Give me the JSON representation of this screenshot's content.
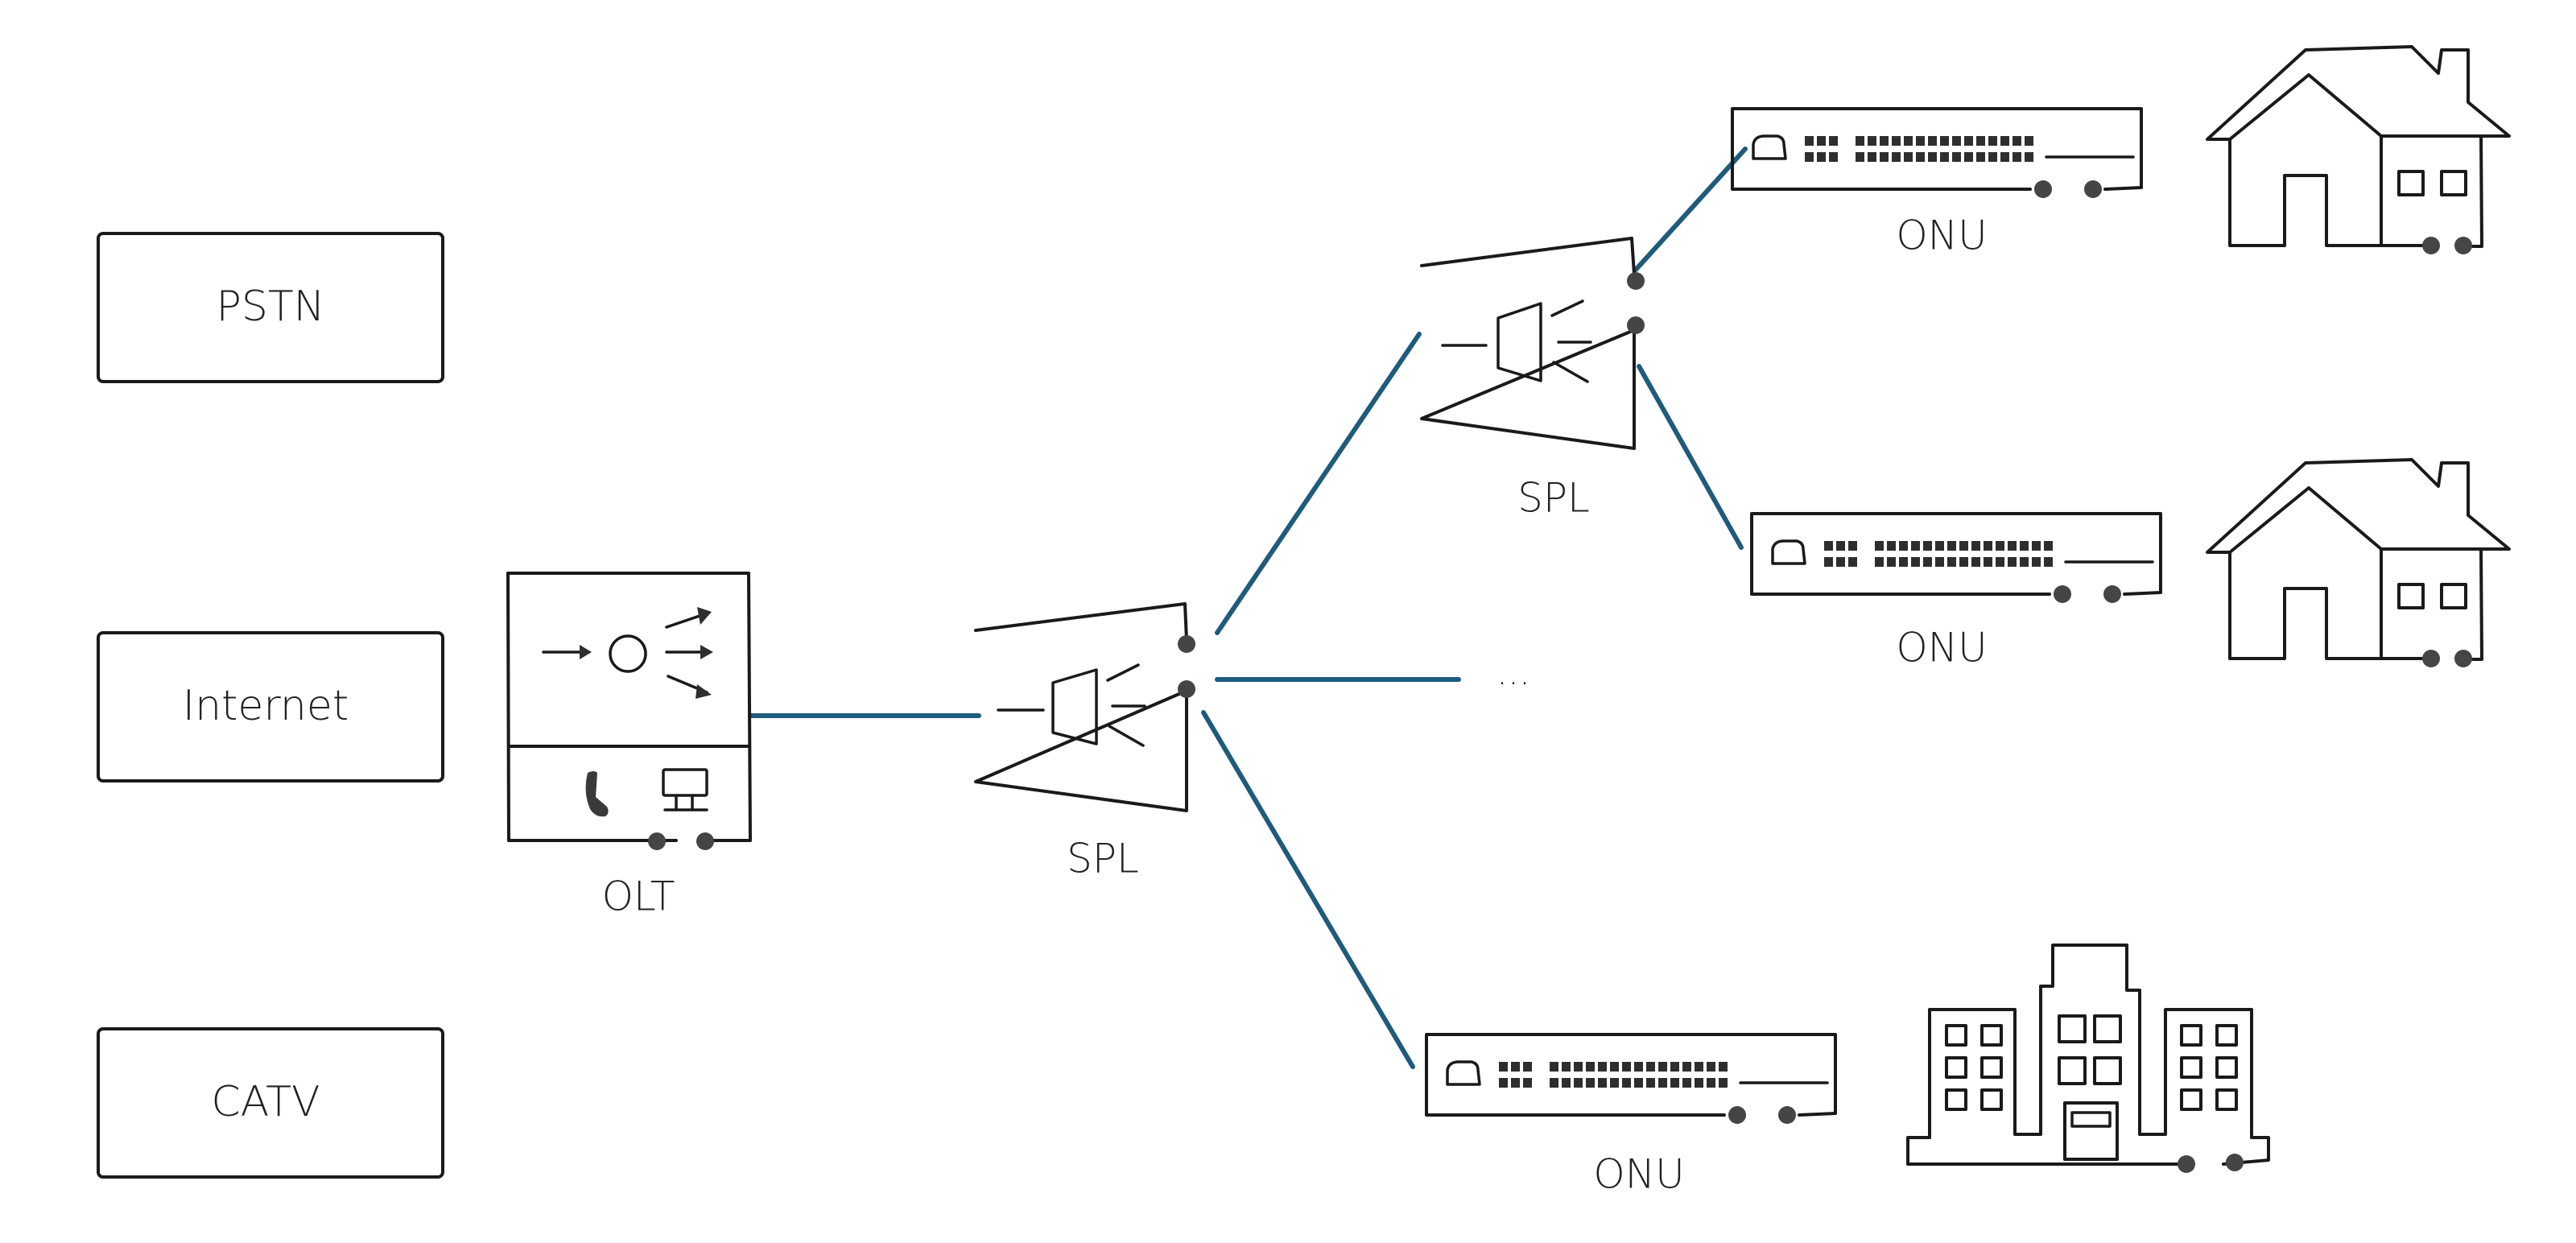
{
  "diagram": {
    "type": "PON network topology",
    "colors": {
      "fiber": "#1e5b7c",
      "outline": "#1a1a1a",
      "connector": "#454545",
      "background": "#ffffff"
    },
    "services": [
      {
        "id": "pstn",
        "label": "PSTN"
      },
      {
        "id": "internet",
        "label": "Internet"
      },
      {
        "id": "catv",
        "label": "CATV"
      }
    ],
    "olt": {
      "label": "OLT",
      "icons": [
        "split-arrows-icon",
        "phone-icon",
        "computer-icon"
      ]
    },
    "splitters": [
      {
        "id": "spl-main",
        "label": "SPL"
      },
      {
        "id": "spl-secondary",
        "label": "SPL"
      }
    ],
    "onus": [
      {
        "id": "onu-1",
        "label": "ONU",
        "port_groups": [
          3,
          15
        ],
        "port_rows": 2
      },
      {
        "id": "onu-2",
        "label": "ONU",
        "port_groups": [
          3,
          15
        ],
        "port_rows": 2
      },
      {
        "id": "onu-3",
        "label": "ONU",
        "port_groups": [
          3,
          15
        ],
        "port_rows": 2
      }
    ],
    "endpoints": [
      {
        "id": "house-1",
        "kind": "house"
      },
      {
        "id": "house-2",
        "kind": "house"
      },
      {
        "id": "building-1",
        "kind": "office-building"
      }
    ],
    "more_indicator": "...",
    "links": [
      {
        "from": "olt",
        "to": "spl-main"
      },
      {
        "from": "spl-main",
        "to": "spl-secondary"
      },
      {
        "from": "spl-main",
        "to": "more"
      },
      {
        "from": "spl-main",
        "to": "onu-3"
      },
      {
        "from": "spl-secondary",
        "to": "onu-1"
      },
      {
        "from": "spl-secondary",
        "to": "onu-2"
      }
    ]
  }
}
